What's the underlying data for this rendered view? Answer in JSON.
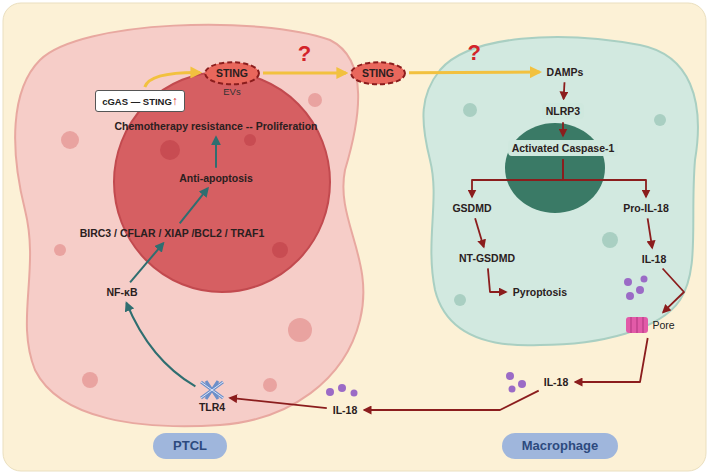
{
  "diagram": {
    "nodes": [
      {
        "text": [
          "cGAS — STING",
          "↑"
        ]
      },
      {
        "text": [
          "STING",
          "EVs"
        ]
      },
      {
        "text": [
          "STING"
        ]
      },
      {
        "text": [
          "Chemotherapy resistance -- Proliferation"
        ]
      },
      {
        "text": [
          "Anti-apoptosis"
        ]
      },
      {
        "text": [
          "BIRC3 / CFLAR / XIAP /BCL2 / TRAF1"
        ]
      },
      {
        "text": [
          "NF-κB"
        ]
      },
      {
        "text": [
          "TLR4"
        ]
      },
      {
        "text": [
          "DAMPs"
        ]
      },
      {
        "text": [
          "NLRP3"
        ]
      },
      {
        "text": [
          "Activated Caspase-1"
        ]
      },
      {
        "text": [
          "GSDMD"
        ]
      },
      {
        "text": [
          "NT-GSDMD"
        ]
      },
      {
        "text": [
          "Pyroptosis"
        ]
      },
      {
        "text": [
          "Pro-IL-18"
        ]
      },
      {
        "text": [
          "IL-18"
        ]
      },
      {
        "text": [
          "Pore"
        ]
      },
      {
        "text": [
          "IL-18"
        ]
      },
      {
        "text": [
          "IL-18"
        ]
      },
      {
        "text": [
          "PTCL"
        ]
      },
      {
        "text": [
          "Macrophage"
        ]
      }
    ],
    "edges": [
      {
        "from": 0,
        "to": 1,
        "arrow": "to"
      },
      {
        "from": 1,
        "to": 2,
        "arrow": "to",
        "label": "?"
      },
      {
        "from": 2,
        "to": 8,
        "arrow": "to",
        "label": "?"
      },
      {
        "from": 6,
        "to": 5,
        "arrow": "to"
      },
      {
        "from": 5,
        "to": 4,
        "arrow": "to"
      },
      {
        "from": 4,
        "to": 3,
        "arrow": "to"
      },
      {
        "from": 7,
        "to": 6,
        "arrow": "to"
      },
      {
        "from": 8,
        "to": 9,
        "arrow": "to"
      },
      {
        "from": 9,
        "to": 10,
        "arrow": "to"
      },
      {
        "from": 10,
        "to": 11,
        "arrow": "to"
      },
      {
        "from": 10,
        "to": 14,
        "arrow": "to"
      },
      {
        "from": 11,
        "to": 12,
        "arrow": "to"
      },
      {
        "from": 12,
        "to": 13,
        "arrow": "to"
      },
      {
        "from": 14,
        "to": 15,
        "arrow": "to"
      },
      {
        "from": 15,
        "to": 16,
        "arrow": "to"
      },
      {
        "from": 16,
        "to": 17,
        "arrow": "to"
      },
      {
        "from": 17,
        "to": 18,
        "arrow": "to"
      },
      {
        "from": 18,
        "to": 7,
        "arrow": "to"
      }
    ]
  }
}
